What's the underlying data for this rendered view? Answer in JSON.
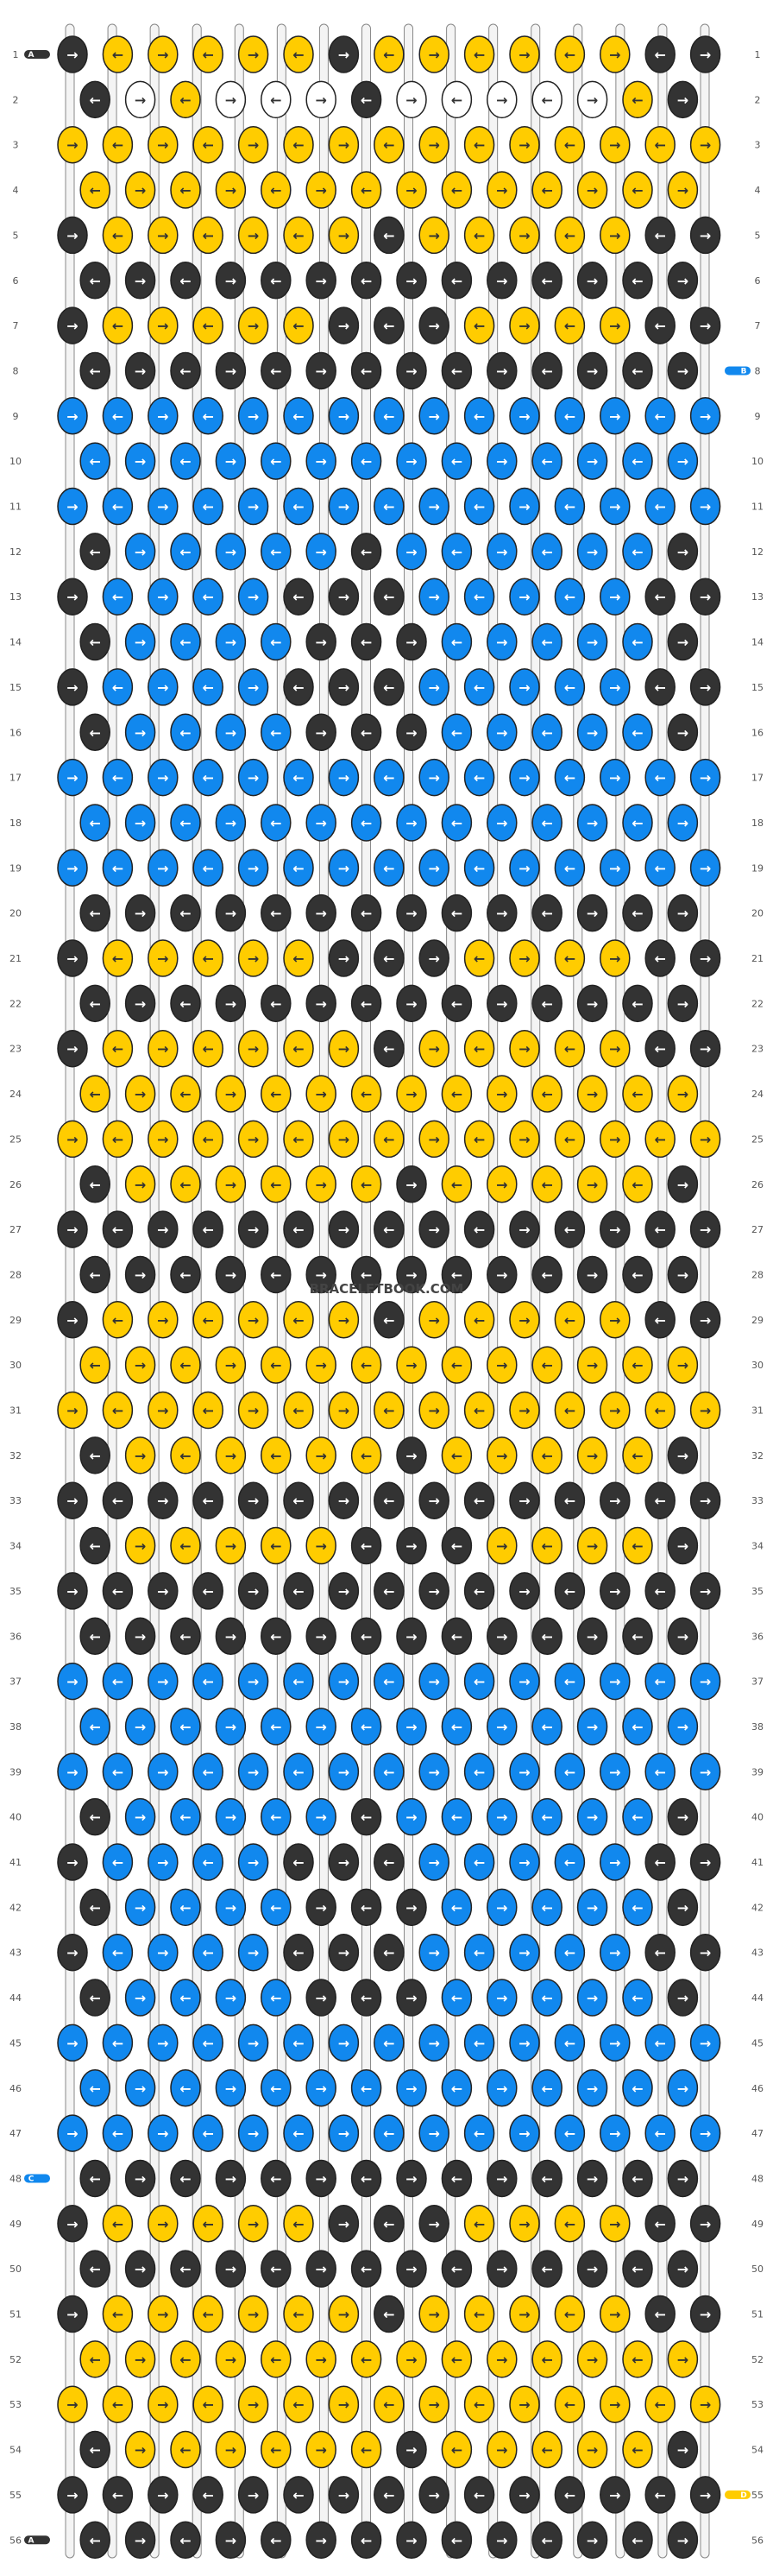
{
  "pattern": {
    "watermark": "BRACELETBOOK.COM",
    "row_labels": [
      "1",
      "2",
      "3",
      "4",
      "5",
      "6",
      "7",
      "8",
      "9",
      "10",
      "11",
      "12",
      "13",
      "14",
      "15",
      "16",
      "17",
      "18",
      "19",
      "20",
      "21",
      "22",
      "23",
      "24",
      "25",
      "26",
      "27",
      "28",
      "29",
      "30",
      "31",
      "32",
      "33",
      "34",
      "35",
      "36",
      "37",
      "38",
      "39",
      "40",
      "41",
      "42",
      "43",
      "44",
      "45",
      "46",
      "47",
      "48",
      "49",
      "50",
      "51",
      "52",
      "53",
      "54",
      "55",
      "56"
    ],
    "left_tags": [
      {
        "row": 1,
        "label": "A",
        "color": "#333333"
      },
      {
        "row": 48,
        "label": "C",
        "color": "#1188ee"
      },
      {
        "row": 56,
        "label": "A",
        "color": "#333333"
      }
    ],
    "right_tags": [
      {
        "row": 8,
        "label": "B",
        "color": "#1188ee"
      },
      {
        "row": 55,
        "label": "D",
        "color": "#ffcc00"
      }
    ],
    "strings": 16,
    "colors": {
      "dark": "#333333",
      "yellow": "#ffcc00",
      "blue": "#1188ee",
      "white": "#ffffff",
      "string_outline": "#888888",
      "arrow_dark": "#ffffff",
      "arrow_light": "#333333"
    },
    "arrows": {
      "right": "→",
      "left": "←"
    },
    "grid": [
      "ADDDDDADDDDDDA",
      "AdDdddAdddddDA",
      "DDDDDDDDDDDDDD",
      "DDDDDDDDDDDDDD",
      "ADDDDDDADDDDDA",
      "AAAAAAAAAAAAAA",
      "ADDDDDAAADDDDA",
      "AAAAAAAAAAAAAA",
      "BBBBBBBBBBBBBB",
      "BBBBBBBBBBBBBB",
      "BBBBBBBBBBBBBB",
      "ABBBBBABBBBBBA",
      "ABBBBAAABBBBBA",
      "ABBBBAAABBBBBA",
      "ABBBBAAABBBBBA",
      "ABBBBAAABBBBBA",
      "BBBBBBBBBBBBBB",
      "BBBBBBBBBBBBBB",
      "BBBBBBBBBBBBBB",
      "AAAAAAAAAAAAAA",
      "ADDDDDAAADDDDA",
      "AAAAAAAAAAAAAA",
      "ADDDDDDADDDDDA",
      "DDDDDDDDDDDDDD",
      "DDDDDDDDDDDDDD",
      "ADDDDDDADDDDDA",
      "AAAAAAAAAAAAAA",
      "AAAAAAAAAAAAAA",
      "ADDDDDDADDDDDA",
      "DDDDDDDDDDDDDD",
      "DDDDDDDDDDDDDD",
      "ADDDDDDADDDDDA",
      "AAAAAAAAAAAAAA",
      "ADDDDDAAADDDDA",
      "AAAAAAAAAAAAAA",
      "AAAAAAAAAAAAAA",
      "BBBBBBBBBBBBBB",
      "BBBBBBBBBBBBBB",
      "BBBBBBBBBBBBBB",
      "ABBBBBABBBBBBA",
      "ABBBBAAABBBBBA",
      "ABBBBAAABBBBBA",
      "ABBBBAAABBBBBA",
      "ABBBBAAABBBBBA",
      "BBBBBBBBBBBBBB",
      "BBBBBBBBBBBBBB",
      "BBBBBBBBBBBBBB",
      "AAAAAAAAAAAAAA",
      "ADDDDDAAADDDDA",
      "AAAAAAAAAAAAAA",
      "ADDDDDDADDDDDA",
      "DDDDDDDDDDDDDD",
      "DDDDDDDDDDDDDD",
      "ADDDDDDADDDDDA",
      "AAAAAAAAAAAAAA",
      "AAAAAAAAAAAAAA"
    ]
  }
}
